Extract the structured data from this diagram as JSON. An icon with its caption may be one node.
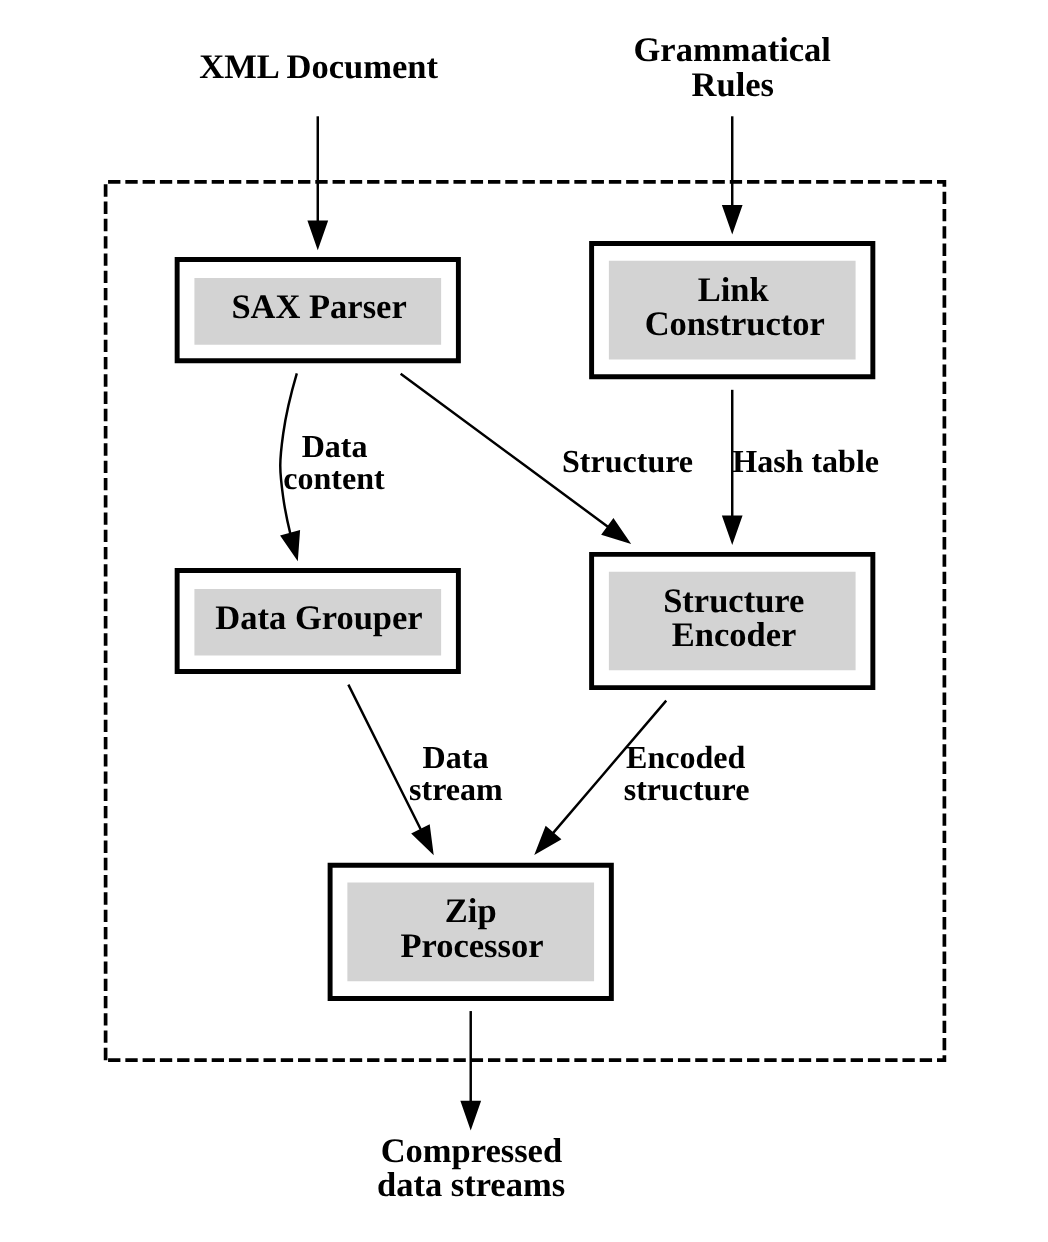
{
  "diagram": {
    "nodes": [
      {
        "text": [
          "XML Document"
        ]
      },
      {
        "text": [
          "Grammatical Rules"
        ]
      },
      {
        "text": [],
        "shape": "box"
      },
      {
        "text": [
          "SAX Parser"
        ],
        "in": 2
      },
      {
        "text": [
          "Link Constructor"
        ],
        "in": 2
      },
      {
        "text": [
          "Data Grouper"
        ],
        "in": 2
      },
      {
        "text": [
          "Structure Encoder"
        ],
        "in": 2
      },
      {
        "text": [
          "Zip Processor"
        ],
        "in": 2
      },
      {
        "text": [
          "Compressed data streams"
        ]
      }
    ],
    "edges": [
      {
        "from": 0,
        "to": 3,
        "arrow": "to"
      },
      {
        "from": 1,
        "to": 4,
        "arrow": "to"
      },
      {
        "from": 3,
        "to": 5,
        "arrow": "to",
        "label": "Data content"
      },
      {
        "from": 3,
        "to": 6,
        "arrow": "to",
        "label": "Structure"
      },
      {
        "from": 4,
        "to": 6,
        "arrow": "to",
        "label": "Hash table"
      },
      {
        "from": 5,
        "to": 7,
        "arrow": "to",
        "label": "Data stream"
      },
      {
        "from": 6,
        "to": 7,
        "arrow": "to",
        "label": "Encoded structure"
      },
      {
        "from": 7,
        "to": 8,
        "arrow": "to"
      }
    ]
  }
}
